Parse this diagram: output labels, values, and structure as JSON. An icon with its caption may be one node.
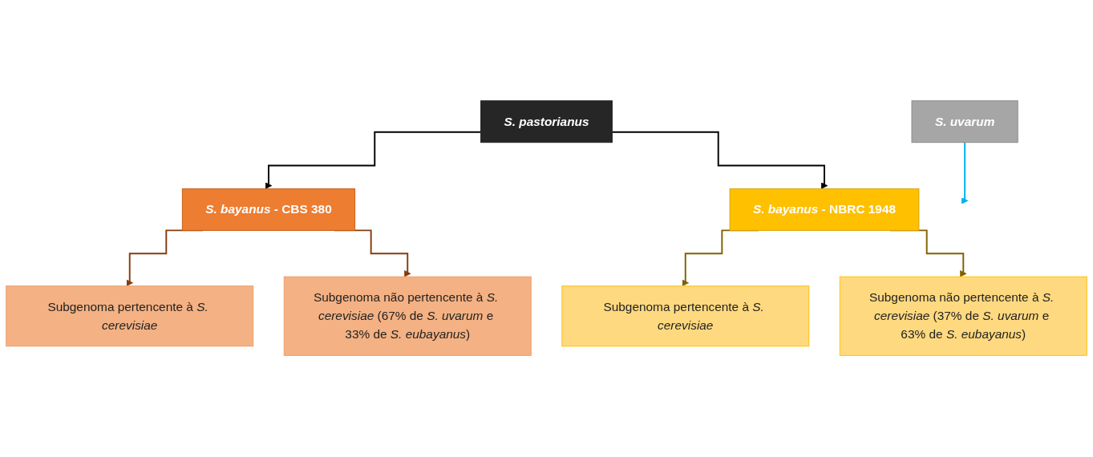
{
  "diagram": {
    "nodes": [
      {
        "text": [
          "S. pastorianus"
        ]
      },
      {
        "text": [
          "S. uvarum"
        ]
      },
      {
        "text": [
          "*S. bayanus* - CBS 380"
        ]
      },
      {
        "text": [
          "*S. bayanus* - NBRC 1948"
        ]
      },
      {
        "text": [
          "Subgenoma pertencente à *S. cerevisiae*"
        ]
      },
      {
        "text": [
          "Subgenoma não pertencente à *S. cerevisiae* (67% de *S. uvarum* e 33% de *S. eubayanus*)"
        ]
      },
      {
        "text": [
          "Subgenoma pertencente à *S. cerevisiae*"
        ]
      },
      {
        "text": [
          "Subgenoma não pertencente à *S. cerevisiae* (37% de *S. uvarum* e 63% de *S. eubayanus*)"
        ]
      }
    ],
    "edges": [
      {
        "from": 1,
        "to": null,
        "arrow": "to",
        "color": "#00b0f0"
      },
      {
        "from": 0,
        "to": 2,
        "arrow": "to"
      },
      {
        "from": 0,
        "to": 3,
        "arrow": "to"
      },
      {
        "from": 2,
        "to": 4,
        "arrow": "to",
        "color": "#843c0c"
      },
      {
        "from": 2,
        "to": 5,
        "arrow": "to",
        "color": "#843c0c"
      },
      {
        "from": 3,
        "to": 6,
        "arrow": "to",
        "color": "#7f6000"
      },
      {
        "from": 3,
        "to": 7,
        "arrow": "to",
        "color": "#7f6000"
      }
    ]
  }
}
